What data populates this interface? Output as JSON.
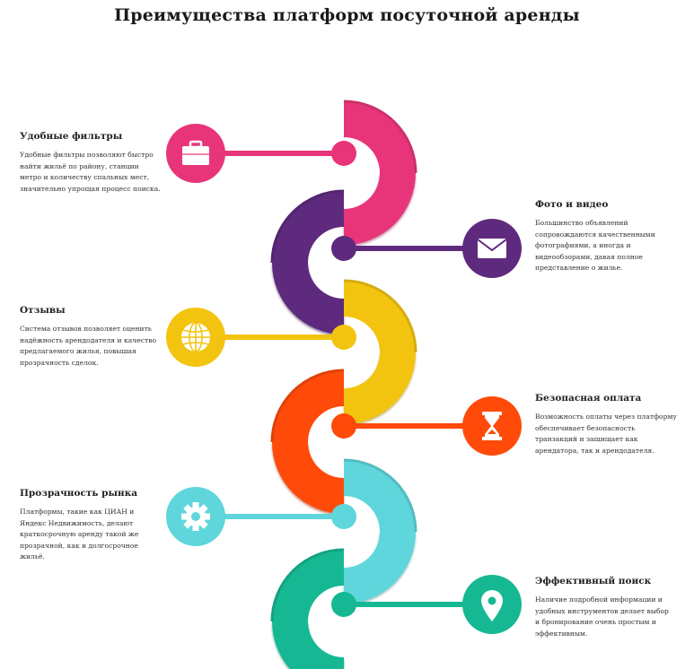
{
  "title": "Преимущества платформ посуточной аренды",
  "steps": [
    {
      "title": "Удобные фильтры",
      "text": "Удобные фильтры позволяют быстро найти жильё по району, станции метро и количеству спальных мест, значительно упрощая процесс поиска.",
      "icon": "briefcase-icon",
      "color": "#E8357A",
      "side": "left"
    },
    {
      "title": "Фото и видео",
      "text": "Большинство объявлений сопровождаются качественными фотографиями, а иногда и видеообзорами, давая полное представление о жилье.",
      "icon": "envelope-icon",
      "color": "#5E2A7E",
      "side": "right"
    },
    {
      "title": "Отзывы",
      "text": "Система отзывов позволяет оценить надёжность арендодателя и качество предлагаемого жилья, повышая прозрачность сделок.",
      "icon": "globe-icon",
      "color": "#F2C40F",
      "side": "left"
    },
    {
      "title": "Безопасная оплата",
      "text": "Возможность оплаты через платформу обеспечивает безопасность транзакций и защищает как арендатора, так и арендодателя.",
      "icon": "hourglass-icon",
      "color": "#FF4A0A",
      "side": "right"
    },
    {
      "title": "Прозрачность рынка",
      "text": "Платформы, такие как ЦИАН и Яндекс Недвижимость, делают краткосрочную аренду такой же прозрачной, как и долгосрочное жильё.",
      "icon": "gear-icon",
      "color": "#5ED6DB",
      "side": "left"
    },
    {
      "title": "Эффективный поиск",
      "text": "Наличие подробной информации и удобных инструментов делает выбор и бронирование очень простым и эффективным.",
      "icon": "location-pin-icon",
      "color": "#16B893",
      "side": "right"
    }
  ]
}
